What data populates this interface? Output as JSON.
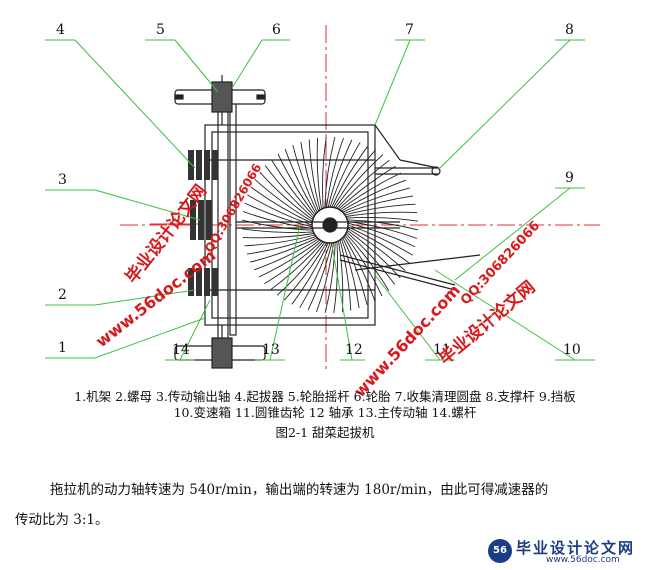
{
  "figure": {
    "callouts": [
      "1",
      "2",
      "3",
      "4",
      "5",
      "6",
      "7",
      "8",
      "9",
      "10",
      "11",
      "12",
      "13",
      "14"
    ],
    "leader_color": "#3fbf3f",
    "centerline_color": "#e03030"
  },
  "legend": {
    "line1": "1.机架 2.螺母 3.传动输出轴 4.起拔器 5.轮胎摇杆 6.轮胎 7.收集清理圆盘 8.支撑杆 9.挡板",
    "line2": "10.变速箱 11.圆锥齿轮 12 轴承 13.主传动轴 14.螺杆"
  },
  "caption": "图2-1 甜菜起拔机",
  "paragraph": {
    "line1": "拖拉机的动力轴转速为 540r/min，输出端的转速为 180r/min，由此可得减速器的",
    "line2": "传动比为 3:1。"
  },
  "watermarks": {
    "site_name": "毕业设计论文网",
    "url": "www.56doc.com",
    "qq": "QQ:306826066",
    "color": "#d8191c"
  },
  "logo": {
    "title": "毕业设计论文网",
    "url": "www.56doc.com",
    "badge": "56"
  }
}
